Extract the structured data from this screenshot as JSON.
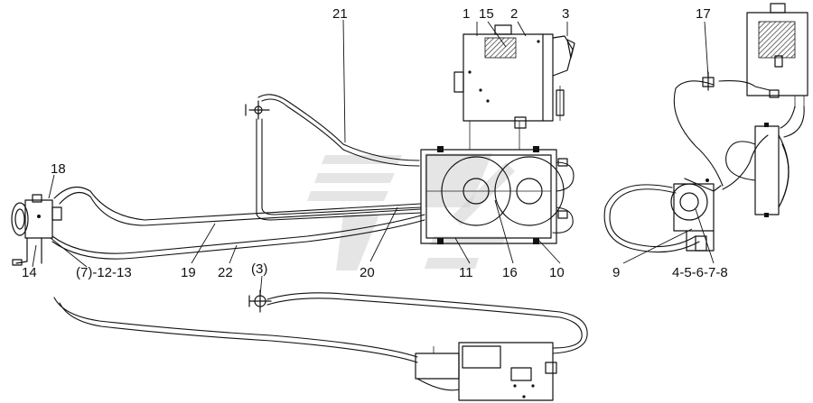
{
  "callouts": {
    "c21": "21",
    "c1": "1",
    "c15": "15",
    "c2": "2",
    "c3": "3",
    "c17": "17",
    "c18": "18",
    "c14": "14",
    "c7_12_13": "(7)-12-13",
    "c19": "19",
    "c22": "22",
    "c3b": "(3)",
    "c20": "20",
    "c11": "11",
    "c16": "16",
    "c10": "10",
    "c9": "9",
    "c4_8": "4-5-6-7-8"
  }
}
